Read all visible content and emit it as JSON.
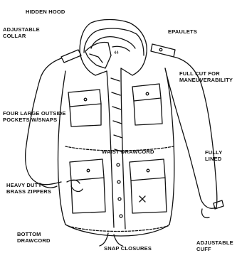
{
  "labels": {
    "hidden_hood": "HIDDEN HOOD",
    "adjustable_collar": [
      "ADJUSTABLE",
      "COLLAR"
    ],
    "epaulets": "EPAULETS",
    "full_cut": [
      "FULL CUT FOR",
      "MANEUVERABILITY"
    ],
    "pockets": [
      "FOUR LARGE OUTSIDE",
      "POCKETS W/SNAPS"
    ],
    "waist_drawcord": "WAIST DRAWCORD",
    "fully_lined": [
      "FULLY",
      "LINED"
    ],
    "zippers": [
      "HEAVY DUTY",
      "BRASS ZIPPERS"
    ],
    "bottom_drawcord": [
      "BOTTOM",
      "DRAWCORD"
    ],
    "snap_closures": "SNAP CLOSURES",
    "adjustable_cuff": [
      "ADJUSTABLE",
      "CUFF"
    ]
  },
  "colors": {
    "ink": "#111111",
    "paper": "#ffffff"
  }
}
